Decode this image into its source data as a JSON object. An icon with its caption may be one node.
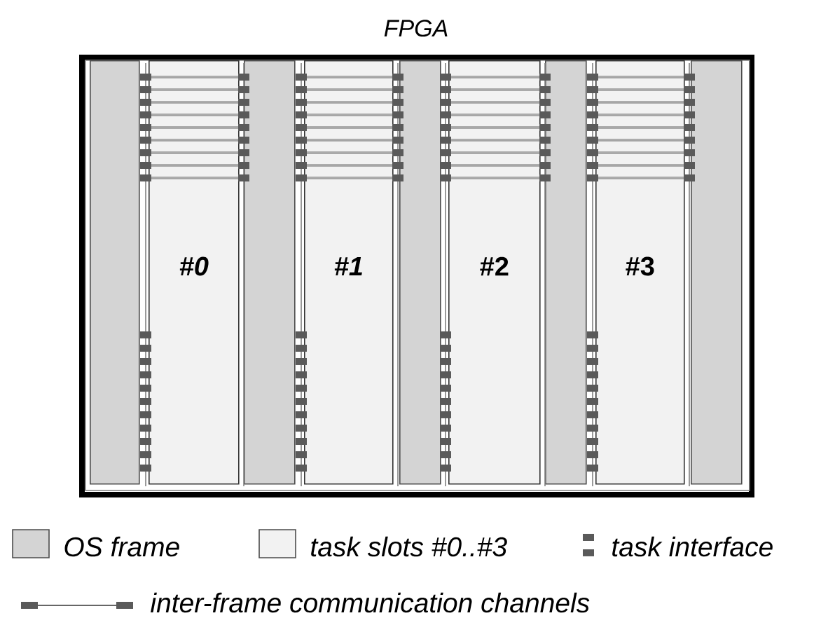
{
  "diagram": {
    "nodes": [
      {
        "text": [
          "FPGA"
        ]
      },
      {
        "text": [],
        "shape": "box",
        "in": 0
      },
      {
        "text": [
          "#0"
        ],
        "in": 0
      },
      {
        "text": [],
        "shape": "box",
        "in": 0
      },
      {
        "text": [
          "#1"
        ],
        "in": 0
      },
      {
        "text": [],
        "shape": "box",
        "in": 0
      },
      {
        "text": [
          "#2"
        ],
        "in": 0
      },
      {
        "text": [],
        "shape": "box",
        "in": 0
      },
      {
        "text": [
          "#3"
        ],
        "in": 0
      },
      {
        "text": [],
        "shape": "box",
        "in": 0
      }
    ],
    "legend": [
      {
        "text": "OS frame",
        "color": "#d4d4d4"
      },
      {
        "text": "task slots #0..#3",
        "color": "#f2f2f2"
      },
      {
        "text": "task interface"
      },
      {
        "text": "inter-frame communication channels"
      }
    ]
  }
}
